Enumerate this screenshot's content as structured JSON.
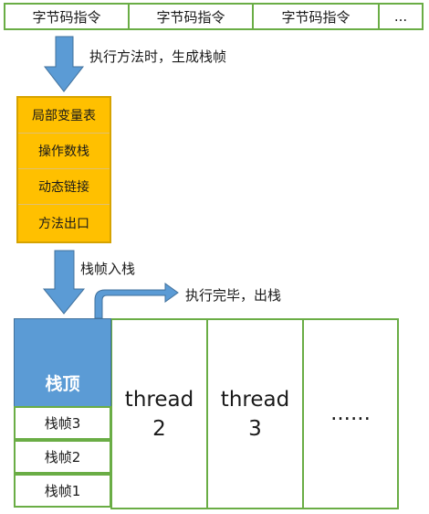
{
  "bytecode_row": {
    "cells": [
      "字节码指令",
      "字节码指令",
      "字节码指令",
      "..."
    ]
  },
  "labels": {
    "create_frame": "执行方法时，生成栈帧",
    "push_frame": "栈帧入栈",
    "pop_frame": "执行完毕，出栈"
  },
  "stack_frame": {
    "parts": [
      "局部变量表",
      "操作数栈",
      "动态链接",
      "方法出口"
    ]
  },
  "thread1": {
    "top_label": "栈顶",
    "frames": [
      "栈帧3",
      "栈帧2",
      "栈帧1"
    ]
  },
  "thread2": {
    "line1": "thread",
    "line2": "2"
  },
  "thread3": {
    "line1": "thread",
    "line2": "3"
  },
  "more_threads": {
    "label": "......"
  },
  "colors": {
    "green_border": "#6aad45",
    "frame_fill": "#ffc000",
    "arrow_fill": "#5b9bd5",
    "arrow_stroke": "#41719c"
  }
}
